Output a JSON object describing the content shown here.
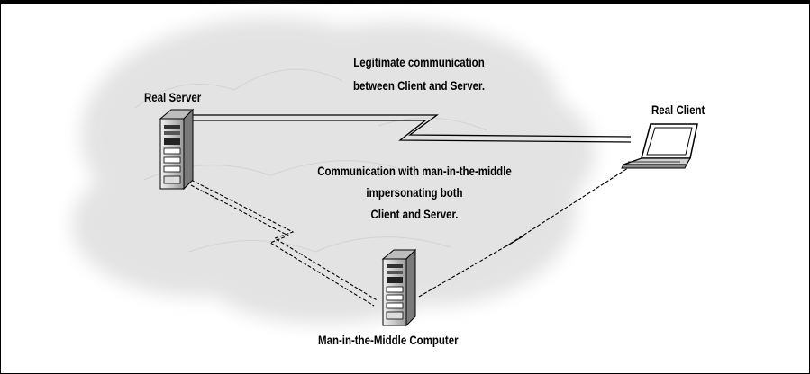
{
  "nodes": {
    "real_server": {
      "label": "Real Server"
    },
    "real_client": {
      "label": "Real Client"
    },
    "mitm": {
      "label": "Man-in-the-Middle Computer"
    }
  },
  "annotations": {
    "legitimate": {
      "line1": "Legitimate communication",
      "line2": "between Client and Server."
    },
    "mitm": {
      "line1": "Communication with man-in-the-middle",
      "line2": "impersonating both",
      "line3": "Client and Server."
    }
  },
  "colors": {
    "cloud": "#e3e3e3",
    "line": "#000000",
    "server_body": "#d9d9d9",
    "laptop_screen": "#ffffff"
  },
  "icons": {
    "server": "server-tower-icon",
    "client": "laptop-icon",
    "mitm": "server-tower-icon",
    "network": "cloud-icon"
  }
}
